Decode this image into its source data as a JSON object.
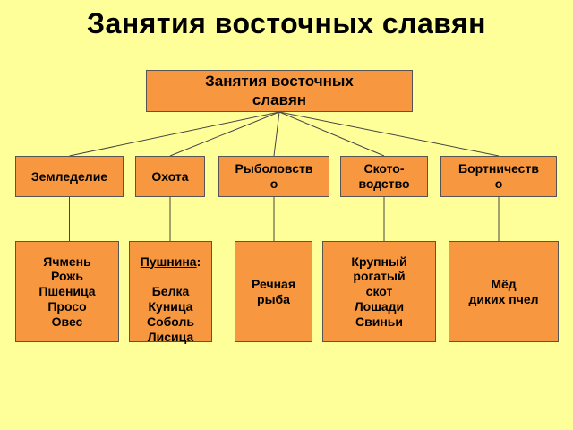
{
  "title": "Занятия восточных славян",
  "root": {
    "label": "Занятия восточных\nславян"
  },
  "categories": [
    {
      "label": "Земледелие",
      "items": "Ячмень\nРожь\nПшеница\nПросо\nОвес"
    },
    {
      "label": "Охота",
      "items_head": "Пушнина",
      "items_colon": ":",
      "items": "Белка\nКуница\nСоболь\nЛисица"
    },
    {
      "label": "Рыболовств\nо",
      "items": "Речная\nрыба"
    },
    {
      "label": "Ското-\nводство",
      "items": "Крупный\nрогатый\nскот\nЛошади\nСвиньи"
    },
    {
      "label": "Бортничеств\nо",
      "items": "Мёд\nдиких пчел"
    }
  ]
}
